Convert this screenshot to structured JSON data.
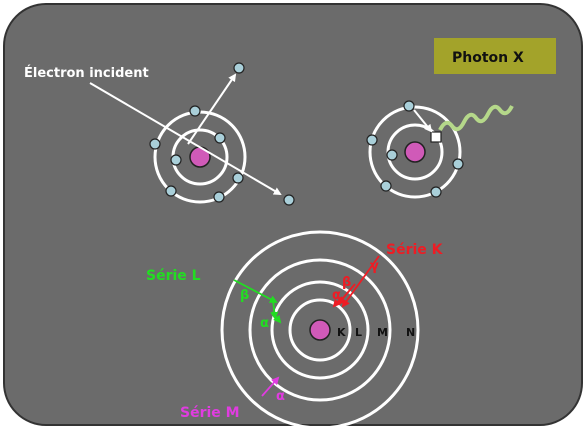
{
  "labels": {
    "incident_electron": "Électron incident",
    "photon": "Photon X",
    "series_k": "Série K",
    "series_l": "Série L",
    "series_m": "Série M",
    "shell_k": "K",
    "shell_l": "L",
    "shell_m": "M",
    "shell_n": "N",
    "alpha": "α",
    "beta": "β",
    "gamma": "γ"
  },
  "colors": {
    "background": "#6b6b6b",
    "border": "#333333",
    "orbit": "#ffffff",
    "nucleus": "#d05ab8",
    "electron": "#a9cfd9",
    "photon_box": "#a3a32a",
    "photon_wave": "#b5d88a",
    "series_k": "#ee1c24",
    "series_l": "#22dd22",
    "series_m": "#e03ce0",
    "shell_text": "#111111"
  }
}
